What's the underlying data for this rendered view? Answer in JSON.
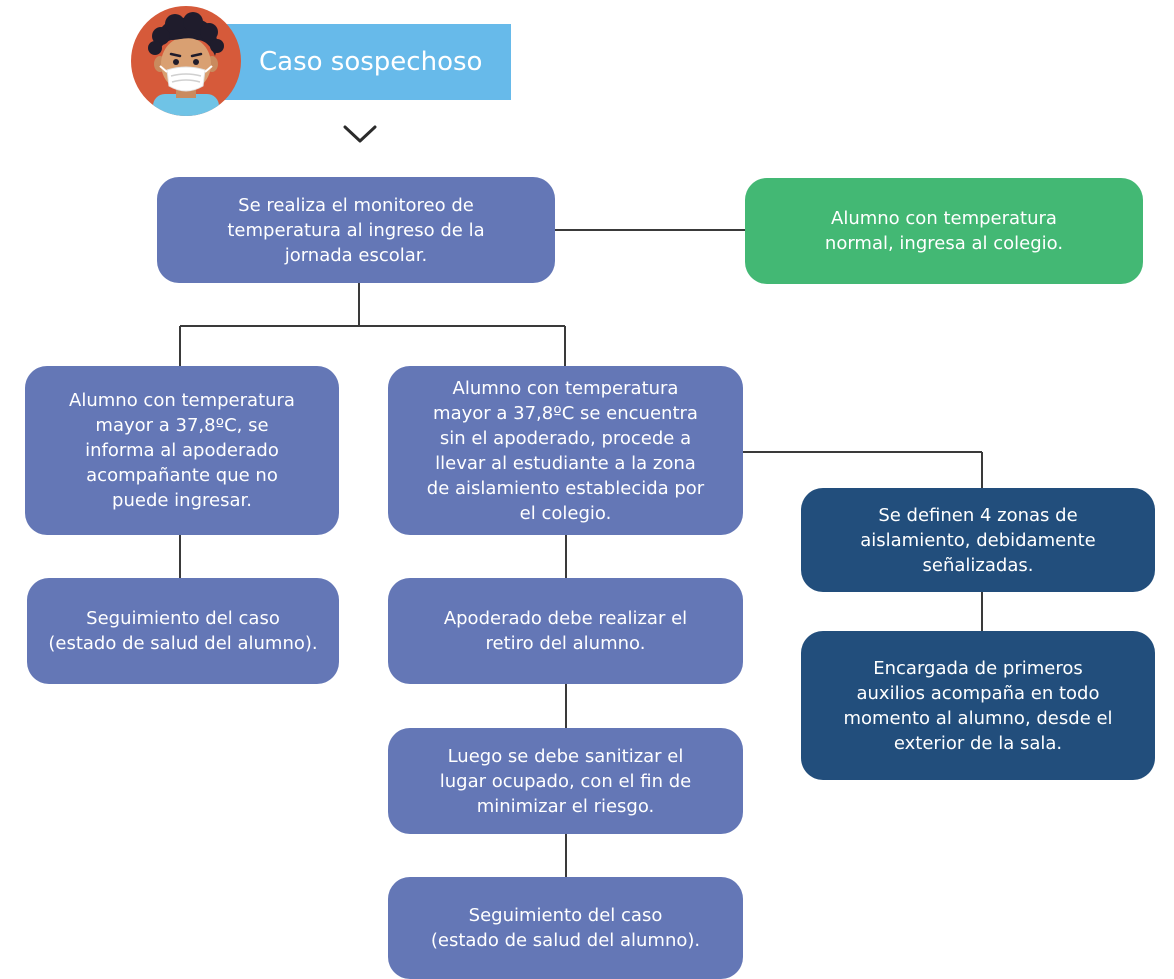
{
  "header": {
    "title": "Caso sospechoso"
  },
  "colors": {
    "header_bar": "#67baea",
    "purple_box": "#6477b6",
    "green_box": "#43b874",
    "navy_box": "#224e7c",
    "connector": "#3a3a3a"
  },
  "nodes": {
    "monitoring": "Se realiza el monitoreo de\ntemperatura al ingreso de la\njornada escolar.",
    "normal_temp": "Alumno con temperatura\nnormal, ingresa al colegio.",
    "high_temp_with_guardian": "Alumno con temperatura\nmayor a 37,8ºC, se\ninforma al apoderado\nacompañante que no\npuede ingresar.",
    "high_temp_without_guardian": "Alumno con temperatura\nmayor a 37,8ºC se encuentra\nsin el apoderado, procede a\nllevar al estudiante a la zona\nde aislamiento establecida por\nel colegio.",
    "follow_up_left": "Seguimiento del caso\n(estado de salud del alumno).",
    "guardian_pickup": "Apoderado debe realizar el\nretiro del alumno.",
    "sanitize": "Luego se debe sanitizar el\nlugar ocupado, con el fin de\nminimizar el riesgo.",
    "follow_up_center": "Seguimiento del caso\n(estado de salud del alumno).",
    "isolation_zones": "Se definen 4 zonas de\naislamiento, debidamente\nseñalizadas.",
    "first_aid": "Encargada de primeros\nauxilios acompaña en todo\nmomento al alumno, desde el\nexterior de la sala."
  }
}
